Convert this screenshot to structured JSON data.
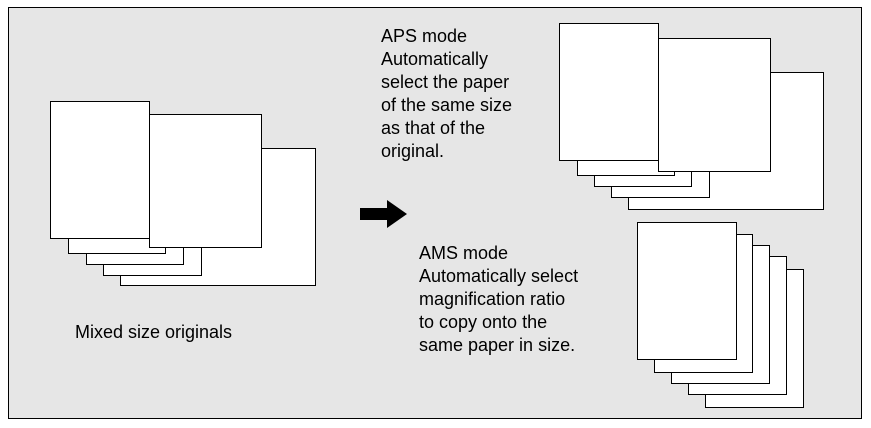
{
  "diagram": {
    "title": "",
    "left_caption": "Mixed size originals",
    "aps": {
      "lines": [
        "APS mode",
        "Automatically",
        "select the paper",
        "of the same size",
        "as that of the",
        "original."
      ]
    },
    "ams": {
      "lines": [
        "AMS mode",
        "Automatically select",
        "magnification ratio",
        "to copy onto the",
        "same paper in size."
      ]
    },
    "colors": {
      "background": "#e6e6e6",
      "sheet": "#ffffff",
      "outline": "#000000"
    },
    "icons": [
      "right-arrow-icon"
    ]
  }
}
